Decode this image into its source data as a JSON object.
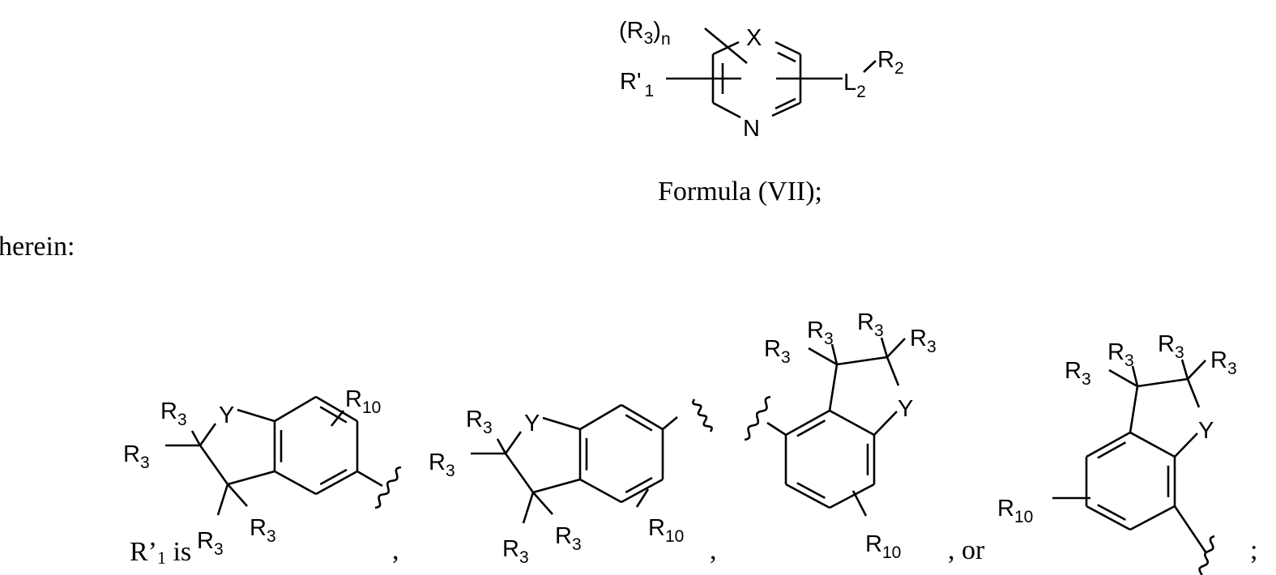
{
  "formula": {
    "r3n_open": "(R",
    "r3n_sub": "3",
    "r3n_close": ")",
    "r3n_n": "n",
    "x": "X",
    "r1_base": "R'",
    "r1_sub": "1",
    "n": "N",
    "l2_base": "L",
    "l2_sub": "2",
    "r2_base": "R",
    "r2_sub": "2",
    "caption": "Formula (VII);"
  },
  "text": {
    "wherein": "herein:",
    "r1_base": "R’",
    "r1_sub": "1",
    "r1_is": " is",
    "sep1": ",",
    "sep2": ",",
    "sep3": ", or",
    "end": ";"
  },
  "labels": {
    "R": "R",
    "sub3": "3",
    "sub10": "10",
    "Y": "Y"
  }
}
